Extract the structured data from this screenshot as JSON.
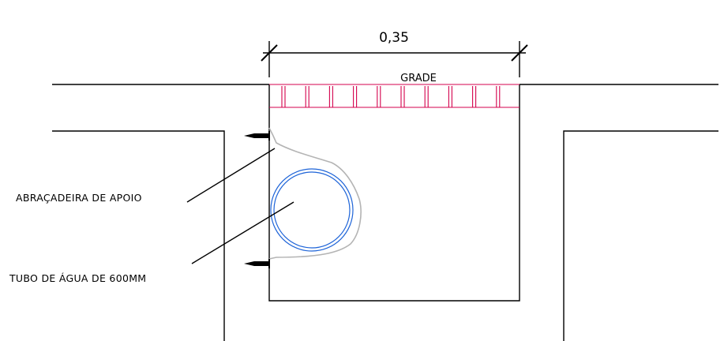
{
  "dimension": {
    "value": "0,35"
  },
  "labels": {
    "grate": "GRADE",
    "support_clamp": "ABRAÇADEIRA DE APOIO",
    "water_pipe": "TUBO DE ÁGUA DE 600MM"
  },
  "colors": {
    "line": "#000000",
    "grate": "#d4004c",
    "pipe": "#1e64d8",
    "clamp": "#b4b4b4"
  }
}
